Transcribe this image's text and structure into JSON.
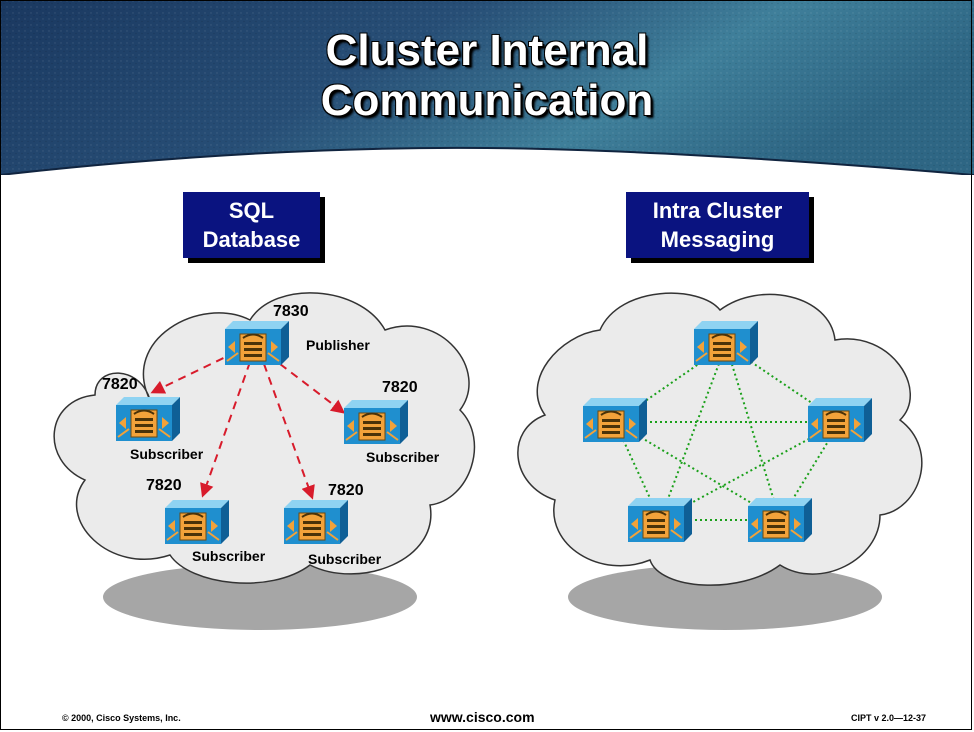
{
  "slide": {
    "title_line1": "Cluster Internal",
    "title_line2": "Communication"
  },
  "left_panel": {
    "label_line1": "SQL",
    "label_line2": "Database",
    "publisher": {
      "model": "7830",
      "role": "Publisher"
    },
    "subscribers": [
      {
        "model": "7820",
        "role": "Subscriber"
      },
      {
        "model": "7820",
        "role": "Subscriber"
      },
      {
        "model": "7820",
        "role": "Subscriber"
      },
      {
        "model": "7820",
        "role": "Subscriber"
      }
    ]
  },
  "right_panel": {
    "label_line1": "Intra Cluster",
    "label_line2": "Messaging"
  },
  "footer": {
    "copyright": "© 2000, Cisco Systems, Inc.",
    "url": "www.cisco.com",
    "course": "CIPT v 2.0—12-37"
  },
  "colors": {
    "banner_dark": "#1c3b64",
    "banner_light": "#4e8fa6",
    "label_box": "#0a1380",
    "server_blue": "#1f8fcf",
    "server_orange": "#f2a23a",
    "cloud_fill": "#ebebeb",
    "shadow_gray": "#a6a6a6",
    "replication_arrow": "#d81b2b",
    "mesh_line": "#1aa01a"
  },
  "icons": {
    "server": "media-convergence-server-icon"
  }
}
